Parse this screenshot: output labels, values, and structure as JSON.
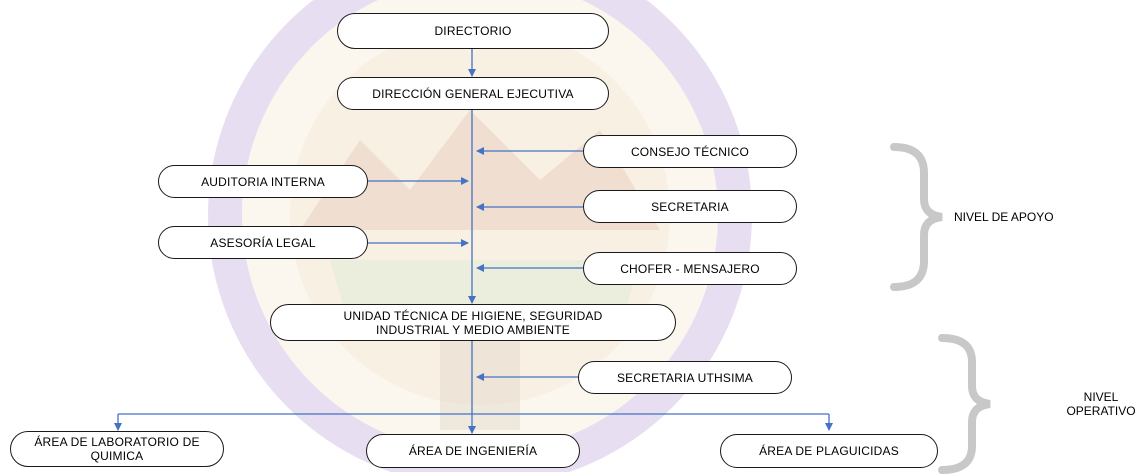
{
  "nodes": {
    "directorio": "DIRECTORIO",
    "direccion": "DIRECCIÓN GENERAL EJECUTIVA",
    "consejo": "CONSEJO TÉCNICO",
    "auditoria": "AUDITORIA INTERNA",
    "secretaria": "SECRETARIA",
    "asesoria": "ASESORÍA LEGAL",
    "chofer": "CHOFER - MENSAJERO",
    "unidad": "UNIDAD TÉCNICA DE HIGIENE, SEGURIDAD INDUSTRIAL Y MEDIO AMBIENTE",
    "secretaria_uthsima": "SECRETARIA UTHSIMA",
    "laboratorio": "ÁREA DE LABORATORIO DE QUIMICA",
    "ingenieria": "ÁREA DE INGENIERÍA",
    "plaguicidas": "ÁREA DE PLAGUICIDAS"
  },
  "levels": {
    "apoyo": "NIVEL DE APOYO",
    "operativo": "NIVEL OPERATIVO"
  },
  "colors": {
    "connector": "#4472C4",
    "brace": "#c8c8c8"
  }
}
